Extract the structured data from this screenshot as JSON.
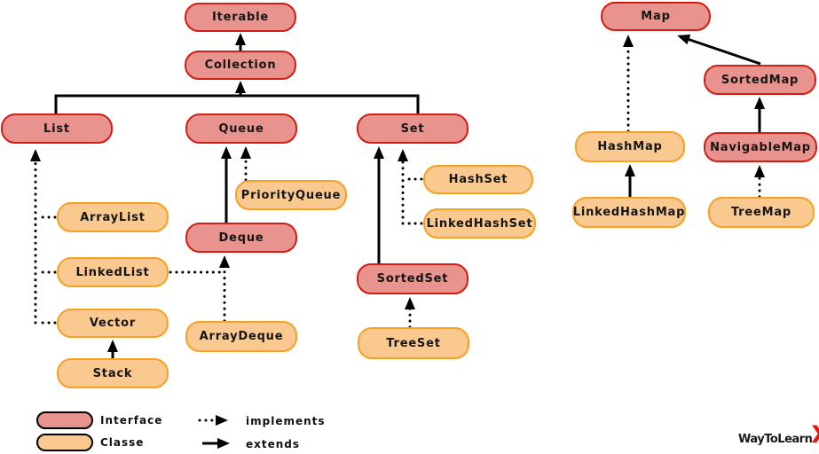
{
  "diagram": {
    "nodes": [
      {
        "id": "iterable",
        "label": "Iterable",
        "type": "interface"
      },
      {
        "id": "collection",
        "label": "Collection",
        "type": "interface"
      },
      {
        "id": "list",
        "label": "List",
        "type": "interface"
      },
      {
        "id": "queue",
        "label": "Queue",
        "type": "interface"
      },
      {
        "id": "set",
        "label": "Set",
        "type": "interface"
      },
      {
        "id": "priorityqueue",
        "label": "PriorityQueue",
        "type": "classe"
      },
      {
        "id": "deque",
        "label": "Deque",
        "type": "interface"
      },
      {
        "id": "arraylist",
        "label": "ArrayList",
        "type": "classe"
      },
      {
        "id": "linkedlist",
        "label": "LinkedList",
        "type": "classe"
      },
      {
        "id": "vector",
        "label": "Vector",
        "type": "classe"
      },
      {
        "id": "stack",
        "label": "Stack",
        "type": "classe"
      },
      {
        "id": "arraydeque",
        "label": "ArrayDeque",
        "type": "classe"
      },
      {
        "id": "hashset",
        "label": "HashSet",
        "type": "classe"
      },
      {
        "id": "linkedhashset",
        "label": "LinkedHashSet",
        "type": "classe"
      },
      {
        "id": "sortedset",
        "label": "SortedSet",
        "type": "interface"
      },
      {
        "id": "treeset",
        "label": "TreeSet",
        "type": "classe"
      },
      {
        "id": "map",
        "label": "Map",
        "type": "interface"
      },
      {
        "id": "sortedmap",
        "label": "SortedMap",
        "type": "interface"
      },
      {
        "id": "hashmap",
        "label": "HashMap",
        "type": "classe"
      },
      {
        "id": "navigablemap",
        "label": "NavigableMap",
        "type": "interface"
      },
      {
        "id": "linkedhashmap",
        "label": "LinkedHashMap",
        "type": "classe"
      },
      {
        "id": "treemap",
        "label": "TreeMap",
        "type": "classe"
      }
    ],
    "edges": [
      {
        "from": "Collection",
        "to": "Iterable",
        "relation": "extends"
      },
      {
        "from": "List",
        "to": "Collection",
        "relation": "extends"
      },
      {
        "from": "Queue",
        "to": "Collection",
        "relation": "extends"
      },
      {
        "from": "Set",
        "to": "Collection",
        "relation": "extends"
      },
      {
        "from": "ArrayList",
        "to": "List",
        "relation": "implements"
      },
      {
        "from": "LinkedList",
        "to": "List",
        "relation": "implements"
      },
      {
        "from": "Vector",
        "to": "List",
        "relation": "implements"
      },
      {
        "from": "Stack",
        "to": "Vector",
        "relation": "extends"
      },
      {
        "from": "PriorityQueue",
        "to": "Queue",
        "relation": "implements"
      },
      {
        "from": "Deque",
        "to": "Queue",
        "relation": "extends"
      },
      {
        "from": "LinkedList",
        "to": "Deque",
        "relation": "implements"
      },
      {
        "from": "ArrayDeque",
        "to": "Deque",
        "relation": "implements"
      },
      {
        "from": "HashSet",
        "to": "Set",
        "relation": "implements"
      },
      {
        "from": "LinkedHashSet",
        "to": "Set",
        "relation": "implements"
      },
      {
        "from": "SortedSet",
        "to": "Set",
        "relation": "extends"
      },
      {
        "from": "TreeSet",
        "to": "SortedSet",
        "relation": "implements"
      },
      {
        "from": "HashMap",
        "to": "Map",
        "relation": "implements"
      },
      {
        "from": "SortedMap",
        "to": "Map",
        "relation": "extends"
      },
      {
        "from": "NavigableMap",
        "to": "SortedMap",
        "relation": "extends"
      },
      {
        "from": "TreeMap",
        "to": "NavigableMap",
        "relation": "implements"
      },
      {
        "from": "LinkedHashMap",
        "to": "HashMap",
        "relation": "extends"
      }
    ],
    "colors": {
      "interface_fill": "#e8938d",
      "interface_border": "#d01d15",
      "classe_fill": "#f9c98f",
      "classe_border": "#f5a026",
      "arrow": "#000000"
    }
  },
  "legend": {
    "interface_label": "Interface",
    "classe_label": "Classe",
    "implements_label": "implements",
    "extends_label": "extends"
  },
  "logo": {
    "text": "WayToLearn",
    "x": "X"
  }
}
